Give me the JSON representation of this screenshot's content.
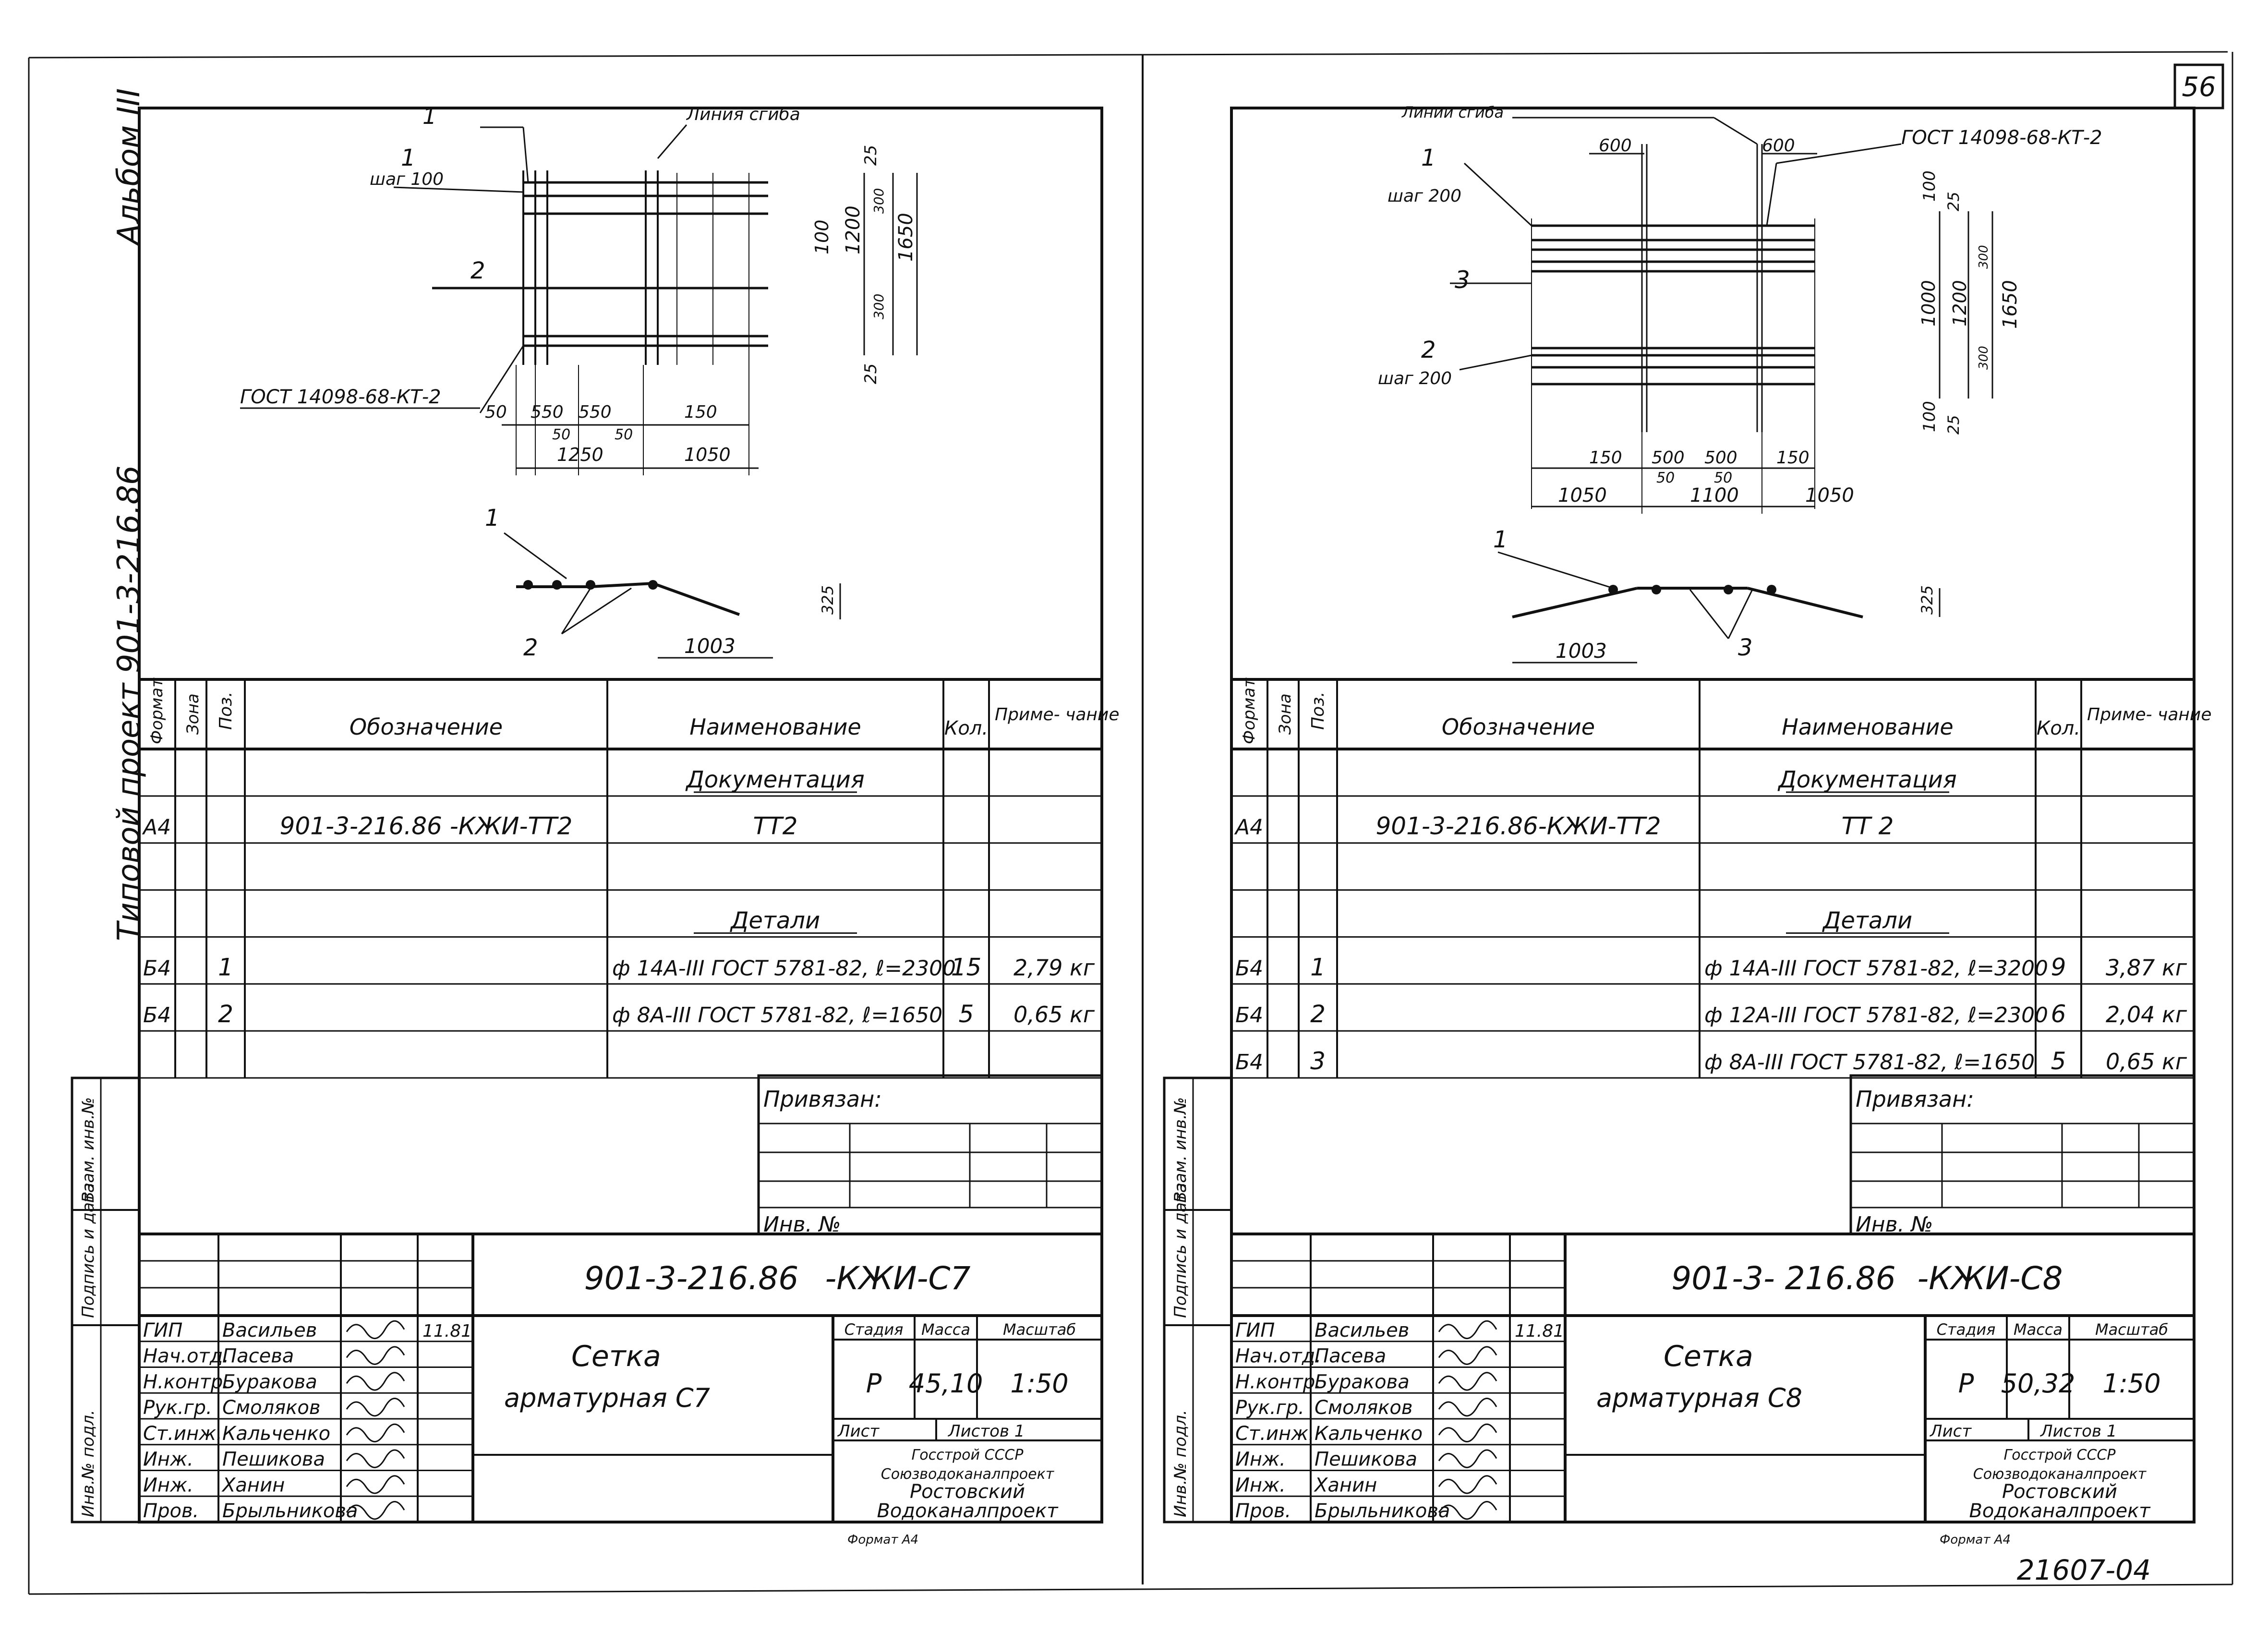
{
  "page_number": "56",
  "archive_number": "21607-04",
  "side_labels": {
    "album": "Альбом III",
    "project": "Типовой проект 901-3-216.86"
  },
  "stamp_side_labels": [
    "Инв.№ подл.",
    "Подпись и дата",
    "Взам. инв.№"
  ],
  "spec_headers": {
    "format": "Формат",
    "zone": "Зона",
    "pos": "Поз.",
    "designation": "Обозначение",
    "name": "Наименование",
    "qty": "Кол.",
    "note": "Приме- чание"
  },
  "title_block_labels": {
    "privyazan": "Привязан:",
    "inv_no": "Инв. №",
    "stage": "Стадия",
    "mass": "Масса",
    "scale": "Масштаб",
    "sheet": "Лист",
    "sheets": "Листов 1",
    "format": "Формат А4"
  },
  "org": [
    "Госстрой СССР",
    "Союзводоканалпроект",
    "Ростовский",
    "Водоканалпроект"
  ],
  "staff": [
    {
      "role": "ГИП",
      "name": "Васильев",
      "date": "11.81"
    },
    {
      "role": "Нач.отд.",
      "name": "Пасева"
    },
    {
      "role": "Н.контр.",
      "name": "Буракова"
    },
    {
      "role": "Рук.гр.",
      "name": "Смоляков"
    },
    {
      "role": "Ст.инж.",
      "name": "Кальченко"
    },
    {
      "role": "Инж.",
      "name": "Пешикова"
    },
    {
      "role": "Инж.",
      "name": "Ханин"
    },
    {
      "role": "Пров.",
      "name": "Брыльникова"
    }
  ],
  "sheets": [
    {
      "doc_code": "901-3-216.86",
      "doc_suffix": "-КЖИ-С7",
      "title_line1": "Сетка",
      "title_line2": "арматурная   С7",
      "stage": "Р",
      "mass": "45,10",
      "scale": "1:50",
      "drawing": {
        "pos_labels": {
          "p1": "1",
          "p1_step": "шаг 100",
          "p2": "2",
          "p1b": "1",
          "p2b": "2"
        },
        "bend_label": "Линия сгиба",
        "gost": "ГОСТ 14098-68-КТ-2",
        "dims_h": [
          "50",
          "550",
          "550",
          "150",
          "50",
          "50",
          "1250",
          "1050"
        ],
        "dims_v": [
          "25",
          "100",
          "1200",
          "300",
          "1650",
          "300",
          "25"
        ],
        "dim_height": "325",
        "dim_bottom": "1003"
      },
      "rows": [
        {
          "type": "section",
          "name": "Документация"
        },
        {
          "format": "А4",
          "zone": "",
          "pos": "",
          "designation": "901-3-216.86 -КЖИ-ТТ2",
          "name": "ТТ2",
          "qty": "",
          "note": ""
        },
        {
          "type": "blank"
        },
        {
          "type": "section",
          "name": "Детали"
        },
        {
          "format": "Б4",
          "zone": "",
          "pos": "1",
          "designation": "",
          "name": "ф 14А-III ГОСТ 5781-82, ℓ=2300",
          "qty": "15",
          "note": "2,79 кг"
        },
        {
          "format": "Б4",
          "zone": "",
          "pos": "2",
          "designation": "",
          "name": "ф 8А-III ГОСТ 5781-82, ℓ=1650",
          "qty": "5",
          "note": "0,65 кг"
        },
        {
          "type": "blank"
        }
      ]
    },
    {
      "doc_code": "901-3- 216.86",
      "doc_suffix": "-КЖИ-С8",
      "title_line1": "Сетка",
      "title_line2": "арматурная   С8",
      "stage": "Р",
      "mass": "50,32",
      "scale": "1:50",
      "drawing": {
        "pos_labels": {
          "p1": "1",
          "p1_step": "шаг 200",
          "p3": "3",
          "p2": "2",
          "p2_step": "шаг 200",
          "p1b": "1",
          "p3b": "3"
        },
        "bend_label": "Линии сгиба",
        "gost": "ГОСТ 14098-68-КТ-2",
        "dims_top": [
          "600",
          "600"
        ],
        "dims_h": [
          "150",
          "500",
          "500",
          "150",
          "50",
          "50",
          "1050",
          "1100",
          "1050"
        ],
        "dims_v": [
          "100",
          "25",
          "1000",
          "1200",
          "300",
          "1650",
          "300",
          "100",
          "25"
        ],
        "dim_height": "325",
        "dim_bottom": "1003"
      },
      "rows": [
        {
          "type": "section",
          "name": "Документация"
        },
        {
          "format": "А4",
          "zone": "",
          "pos": "",
          "designation": "901-3-216.86-КЖИ-ТТ2",
          "name": "ТТ 2",
          "qty": "",
          "note": ""
        },
        {
          "type": "blank"
        },
        {
          "type": "section",
          "name": "Детали"
        },
        {
          "format": "Б4",
          "zone": "",
          "pos": "1",
          "designation": "",
          "name": "ф 14А-III ГОСТ 5781-82, ℓ=3200",
          "qty": "9",
          "note": "3,87 кг"
        },
        {
          "format": "Б4",
          "zone": "",
          "pos": "2",
          "designation": "",
          "name": "ф 12А-III ГОСТ 5781-82, ℓ=2300",
          "qty": "6",
          "note": "2,04 кг"
        },
        {
          "format": "Б4",
          "zone": "",
          "pos": "3",
          "designation": "",
          "name": "ф 8А-III ГОСТ 5781-82, ℓ=1650",
          "qty": "5",
          "note": "0,65 кг"
        }
      ]
    }
  ]
}
